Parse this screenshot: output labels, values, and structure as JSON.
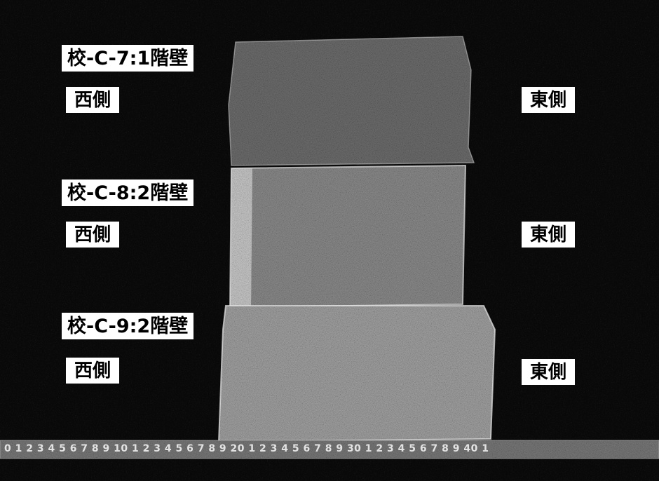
{
  "rows": [
    {
      "sample": "校-C-7:1階壁",
      "west": "西側",
      "east": "東側"
    },
    {
      "sample": "校-C-8:2階壁",
      "west": "西側",
      "east": "東側"
    },
    {
      "sample": "校-C-9:2階壁",
      "west": "西側",
      "east": "東側"
    }
  ],
  "scale": {
    "text": "0 1 2 3 4 5 6 7 8 9 10 1 2 3 4 5 6 7 8 9 20 1 2 3 4 5 6 7 8 9 30 1 2 3 4 5 6 7 8 9 40 1"
  },
  "colors": {
    "background": "#0a0a0a",
    "label_bg": "#ffffff",
    "label_text": "#000000",
    "sample_gray": "#8a8a8a"
  }
}
